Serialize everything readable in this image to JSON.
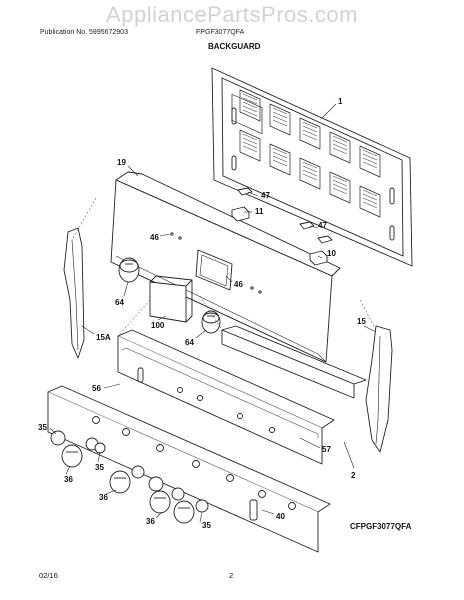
{
  "watermark": "AppliancePartsPros.com",
  "header": {
    "publication": "Publication No. 5995672903",
    "model": "FPGF3077QFA",
    "section_title": "BACKGUARD"
  },
  "diagram": {
    "code": "CFPGF3077QFA",
    "callouts": [
      {
        "key": "c1",
        "label": "1"
      },
      {
        "key": "c19",
        "label": "19"
      },
      {
        "key": "c47a",
        "label": "47"
      },
      {
        "key": "c11",
        "label": "11"
      },
      {
        "key": "c47b",
        "label": "47"
      },
      {
        "key": "c46a",
        "label": "46"
      },
      {
        "key": "c46b",
        "label": "46"
      },
      {
        "key": "c10",
        "label": "10"
      },
      {
        "key": "c64a",
        "label": "64"
      },
      {
        "key": "c100",
        "label": "100"
      },
      {
        "key": "c64b",
        "label": "64"
      },
      {
        "key": "c15",
        "label": "15"
      },
      {
        "key": "c15a",
        "label": "15A"
      },
      {
        "key": "c56",
        "label": "56"
      },
      {
        "key": "c57",
        "label": "57"
      },
      {
        "key": "c2",
        "label": "2"
      },
      {
        "key": "c35a",
        "label": "35"
      },
      {
        "key": "c35b",
        "label": "35"
      },
      {
        "key": "c35c",
        "label": "35"
      },
      {
        "key": "c36a",
        "label": "36"
      },
      {
        "key": "c36b",
        "label": "36"
      },
      {
        "key": "c36c",
        "label": "36"
      },
      {
        "key": "c40",
        "label": "40"
      }
    ]
  },
  "footer": {
    "date": "02/16",
    "page": "2"
  }
}
